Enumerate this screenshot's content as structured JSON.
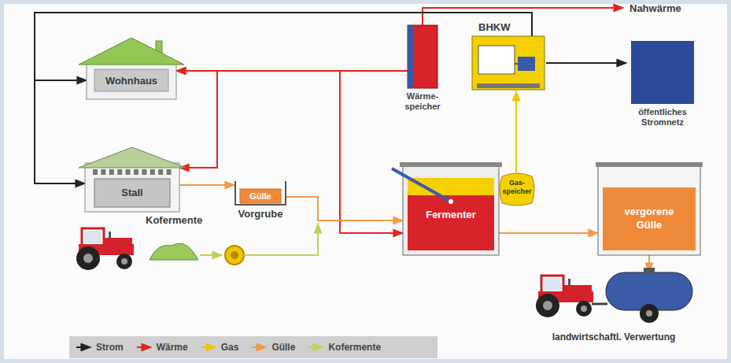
{
  "diagram": {
    "nodes": [
      {
        "text": [
          "Wohnhaus"
        ]
      },
      {
        "text": [
          "Stall"
        ]
      },
      {
        "text": [
          "Gülle",
          "Vorgrube"
        ]
      },
      {
        "text": [
          "Wärme- speicher"
        ]
      },
      {
        "text": [
          "BHKW"
        ]
      },
      {
        "text": [
          "öffentliches Stromnetz"
        ]
      },
      {
        "text": [
          "Fermenter"
        ]
      },
      {
        "text": [
          "Gas- speicher"
        ]
      },
      {
        "text": [
          "vergorene Gülle"
        ]
      },
      {
        "text": [
          "landwirtschaftl. Verwertung"
        ]
      }
    ],
    "edges": [
      {
        "from": 4,
        "to": 0,
        "arrow": "to"
      },
      {
        "from": 4,
        "to": 1,
        "arrow": "to"
      },
      {
        "from": 4,
        "to": 5,
        "arrow": "to"
      },
      {
        "from": 3,
        "to": 0,
        "arrow": "to"
      },
      {
        "from": 3,
        "to": 1,
        "arrow": "to"
      },
      {
        "from": 3,
        "to": 6,
        "arrow": "to"
      },
      {
        "from": 7,
        "to": 4,
        "arrow": "to"
      },
      {
        "from": 1,
        "to": 2,
        "arrow": "to"
      },
      {
        "from": 2,
        "to": 6,
        "arrow": "to"
      },
      {
        "from": 6,
        "to": 8,
        "arrow": "to"
      },
      {
        "from": 8,
        "to": 9,
        "arrow": "to"
      }
    ],
    "labels": [
      "Nahwärme",
      "Kofermente"
    ],
    "legend": [
      {
        "text": "Strom"
      },
      {
        "text": "Wärme"
      },
      {
        "text": "Gas"
      },
      {
        "text": "Gülle"
      },
      {
        "text": "Kofermente"
      }
    ]
  }
}
